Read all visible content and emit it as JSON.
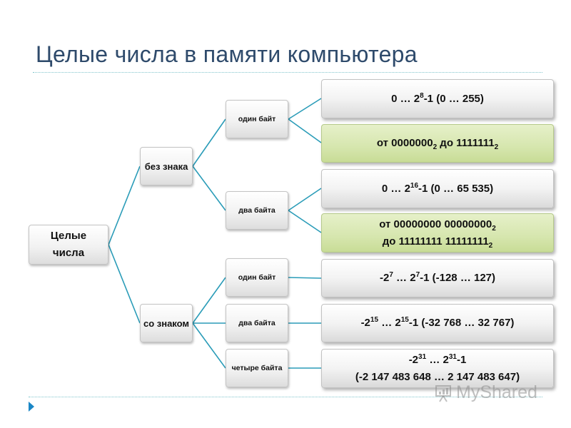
{
  "title": "Целые числа в памяти компьютера",
  "tree": {
    "root": {
      "line1": "Целые",
      "line2": "числа"
    },
    "unsigned": "без знака",
    "signed": "со знаком",
    "unsigned_one": "один байт",
    "unsigned_two": "два байта",
    "signed_one": "один байт",
    "signed_two": "два байта",
    "signed_four": "четыре байта"
  },
  "leaves": {
    "u1_range": {
      "a": "0 … 2",
      "a_sup": "8",
      "b": "-1 (0 … 255)"
    },
    "u1_binary": {
      "a": "от 0000000",
      "a_sub": "2",
      "b": " до 1111111",
      "b_sub": "2"
    },
    "u2_range": {
      "a": "0 … 2",
      "a_sup": "16",
      "b": "-1 (0 … 65 535)"
    },
    "u2_binary": {
      "line1": {
        "a": "от 00000000 00000000",
        "a_sub": "2"
      },
      "line2": {
        "a": "до 11111111 11111111",
        "a_sub": "2"
      }
    },
    "s1_range": {
      "a": "-2",
      "a_sup": "7",
      "b": " … 2",
      "b_sup": "7",
      "c": "-1 (-128 … 127)"
    },
    "s2_range": {
      "a": "-2",
      "a_sup": "15",
      "b": " … 2",
      "b_sup": "15",
      "c": "-1 (-32 768 … 32 767)"
    },
    "s4_range": {
      "line1": {
        "a": "-2",
        "a_sup": "31",
        "b": " … 2",
        "b_sup": "31",
        "c": "-1"
      },
      "line2": "(-2 147 483 648 … 2 147 483 647)"
    }
  },
  "watermark": "MyShared",
  "colors": {
    "title": "#2e4a6b",
    "connector": "#2a9cb8",
    "green_box": "#d6e6ae",
    "rule": "#7fc4cc",
    "marker": "#1b87c6"
  }
}
